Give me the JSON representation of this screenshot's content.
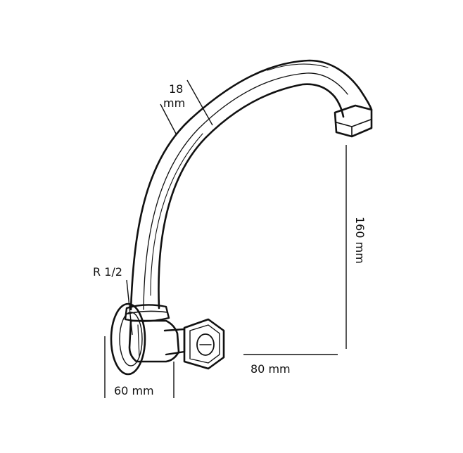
{
  "diagram": {
    "labels": {
      "pipe_diameter_value": "18",
      "pipe_diameter_unit": "mm",
      "thread_size": "R 1/2",
      "spout_height": "160 mm",
      "spout_reach": "80 mm",
      "wall_projection": "60 mm"
    },
    "colors": {
      "line": "#111111",
      "background": "#ffffff"
    }
  }
}
